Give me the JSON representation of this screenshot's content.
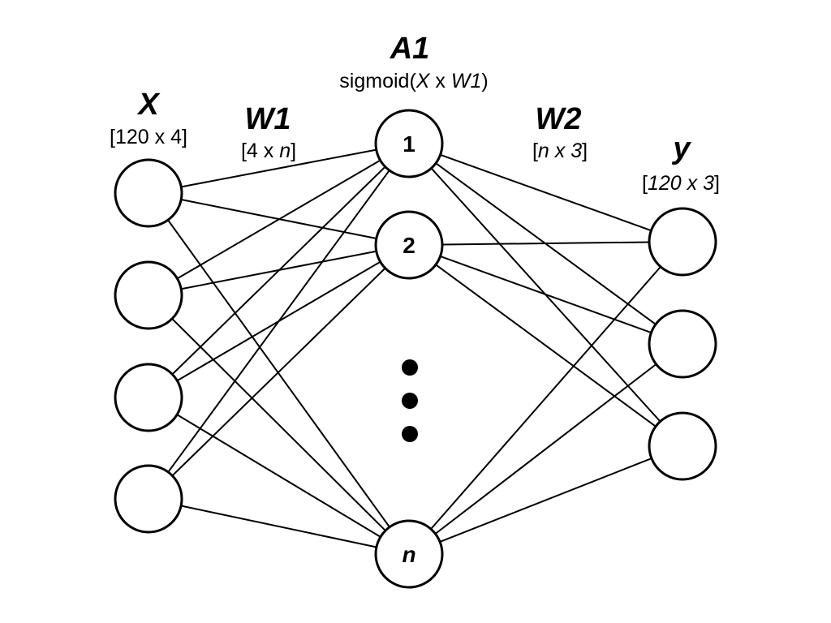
{
  "diagram": {
    "type": "neural-network",
    "layers": {
      "input": {
        "title": "X",
        "shape_prefix": "[120 x 4]",
        "node_count_shown": 4,
        "node_labels": [
          "",
          "",
          "",
          ""
        ]
      },
      "weights1": {
        "title": "W1",
        "shape_open": "[4 x ",
        "shape_var": "n",
        "shape_close": "]"
      },
      "hidden": {
        "title": "A1",
        "formula_prefix": "sigmoid(",
        "formula_x": "X",
        "formula_mid": " x ",
        "formula_w": "W1",
        "formula_suffix": ")",
        "node_labels": [
          "1",
          "2",
          "n"
        ],
        "ellipsis": "⋮"
      },
      "weights2": {
        "title": "W2",
        "shape_open": "[",
        "shape_var": "n x 3",
        "shape_close": "]"
      },
      "output": {
        "title": "y",
        "shape_open": "[",
        "shape_var": "120 x 3",
        "shape_close": "]",
        "node_count_shown": 3,
        "node_labels": [
          "",
          "",
          ""
        ]
      }
    },
    "connections": "fully-connected",
    "colors": {
      "stroke": "#000000",
      "fill": "#ffffff",
      "background": "#ffffff"
    }
  }
}
